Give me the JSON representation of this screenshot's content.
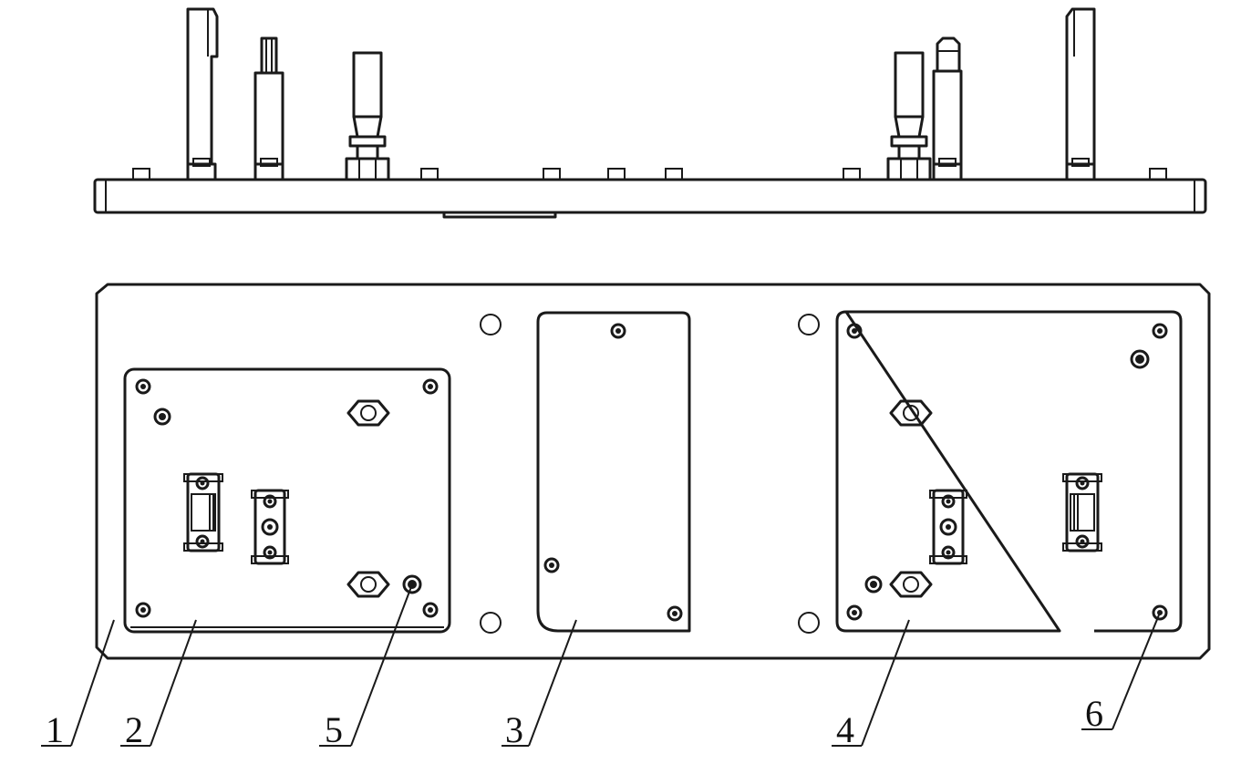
{
  "callouts": [
    {
      "id": "1",
      "label": "1"
    },
    {
      "id": "2",
      "label": "2"
    },
    {
      "id": "5",
      "label": "5"
    },
    {
      "id": "3",
      "label": "3"
    },
    {
      "id": "4",
      "label": "4"
    },
    {
      "id": "6",
      "label": "6"
    }
  ]
}
